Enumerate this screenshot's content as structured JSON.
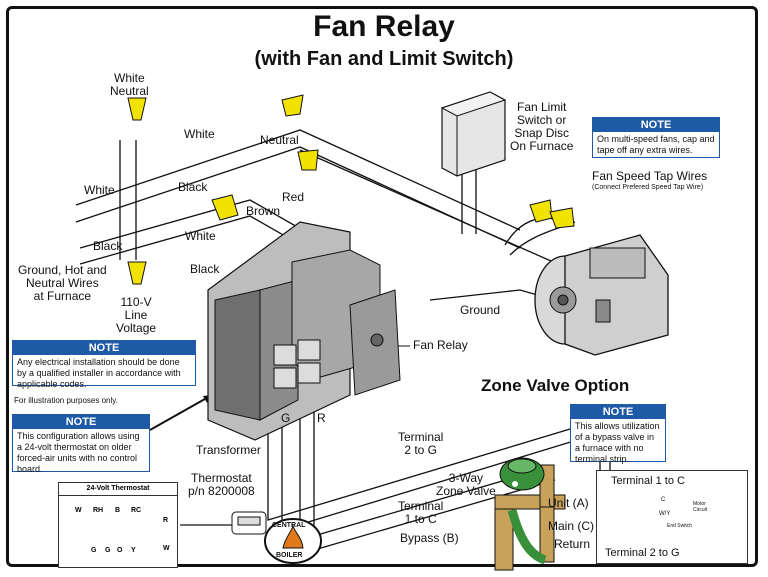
{
  "title": "Fan Relay",
  "subtitle": "(with Fan and Limit Switch)",
  "labels": {
    "white_neutral": "White\nNeutral",
    "white_top": "White",
    "neutral": "Neutral",
    "white_left": "White",
    "black_mid": "Black",
    "red": "Red",
    "brown": "Brown",
    "black_left": "Black",
    "white_low": "White",
    "black_low": "Black",
    "ground_hot": "Ground, Hot and\nNeutral Wires\nat Furnace",
    "voltage": "110-V\nLine\nVoltage",
    "fan_limit": "Fan Limit\nSwitch or\nSnap Disc\nOn Furnace",
    "fan_speed": "Fan Speed Tap Wires",
    "fan_speed_sub": "(Connect Prefered Speed Tap Wire)",
    "ground": "Ground",
    "fan_relay": "Fan Relay",
    "transformer": "Transformer",
    "g_wire": "G",
    "r_wire": "R",
    "thermostat": "Thermostat\np/n 8200008",
    "zone_option": "Zone Valve Option",
    "terminal_2g": "Terminal\n2 to G",
    "three_way": "3-Way\nZone Valve",
    "terminal_1c": "Terminal\n1 to C",
    "bypass": "Bypass (B)",
    "unit": "Unit (A)",
    "main": "Main (C)",
    "return": "Return",
    "illustration": "For illustration purposes only."
  },
  "notes": {
    "multi_speed": {
      "head": "NOTE",
      "body": "On multi-speed fans, cap and tape off any extra wires."
    },
    "electrical": {
      "head": "NOTE",
      "body": "Any electrical installation should be done by a qualified installer in accordance with applicable codes."
    },
    "config": {
      "head": "NOTE",
      "body": "This configuration allows using a 24-volt thermostat on older forced-air units with no control board."
    },
    "bypass": {
      "head": "NOTE",
      "body": "This allows utilization of a bypass valve in a furnace with no terminal strip."
    }
  },
  "thermostat_inset": {
    "title": "24-Volt Thermostat",
    "top_terminals": [
      "W",
      "RH",
      "B",
      "RC"
    ],
    "bottom_terminals": [
      "G",
      "G",
      "O",
      "Y"
    ],
    "side_terminals": [
      "R",
      "W"
    ]
  },
  "zone_inset": {
    "terminal_top": "Terminal 1 to C",
    "terminal_bottom": "Terminal 2 to G",
    "wire_c": "C",
    "wire_wy": "W/Y",
    "motor": "Motor\nCircuit",
    "end_switch": "End Switch"
  },
  "logo": {
    "top": "CENTRAL",
    "bottom": "BOILER"
  },
  "colors": {
    "note_blue": "#1f5aa6",
    "wire_nut_yellow": "#f2e200",
    "relay_gray": "#8c8c8c",
    "valve_green": "#3a8f3a",
    "pipe_brass": "#c8a25a"
  }
}
